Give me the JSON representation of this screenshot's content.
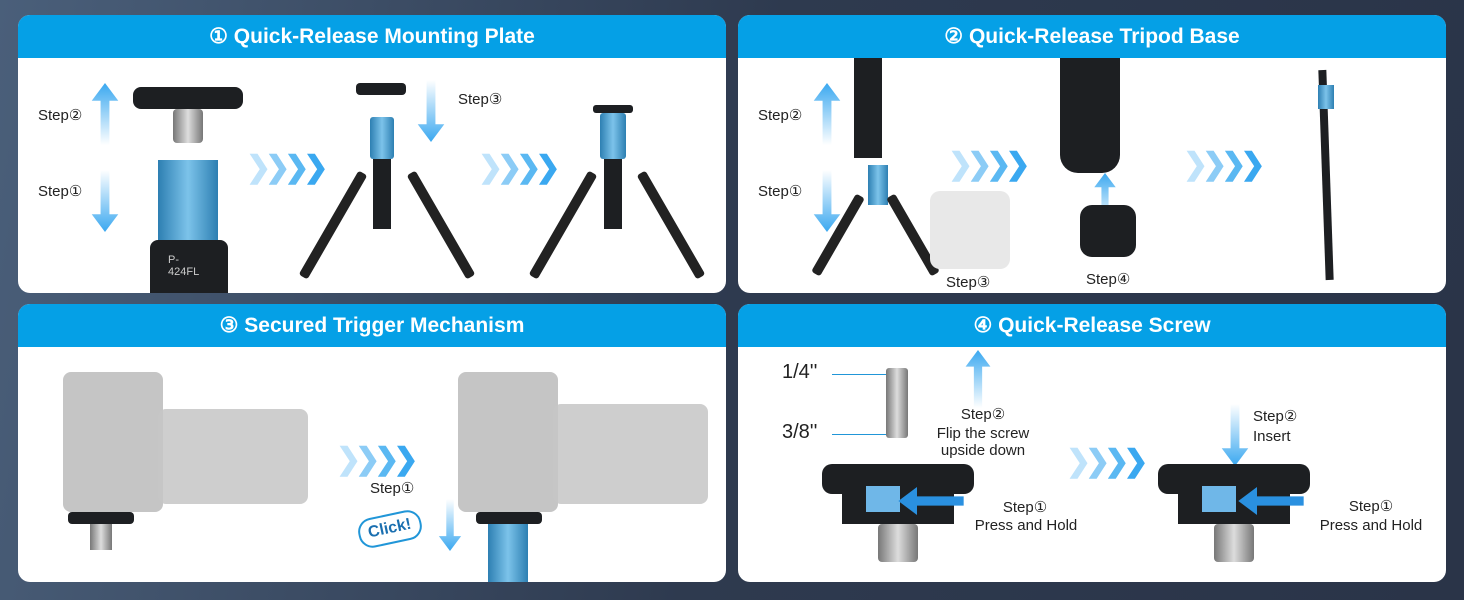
{
  "panels": [
    {
      "title": "① Quick-Release Mounting Plate",
      "labels": {
        "step2": "Step②",
        "step1": "Step①",
        "step3": "Step③",
        "model": "P-424FL"
      }
    },
    {
      "title": "② Quick-Release Tripod Base",
      "labels": {
        "step2": "Step②",
        "step1": "Step①",
        "step3": "Step③",
        "step4": "Step④"
      }
    },
    {
      "title": "③ Secured Trigger Mechanism",
      "labels": {
        "step1": "Step①",
        "click": "Click!"
      }
    },
    {
      "title": "④ Quick-Release Screw",
      "labels": {
        "size_quarter": "1/4''",
        "size_three_eighths": "3/8''",
        "left_step2": "Step②",
        "left_step2_text": "Flip the screw upside down",
        "left_step1": "Step①",
        "left_step1_text": "Press and Hold",
        "right_step2": "Step②",
        "right_step2_text": "Insert",
        "right_step1": "Step①",
        "right_step1_text": "Press and Hold"
      }
    }
  ],
  "colors": {
    "accent": "#05a0e6"
  }
}
